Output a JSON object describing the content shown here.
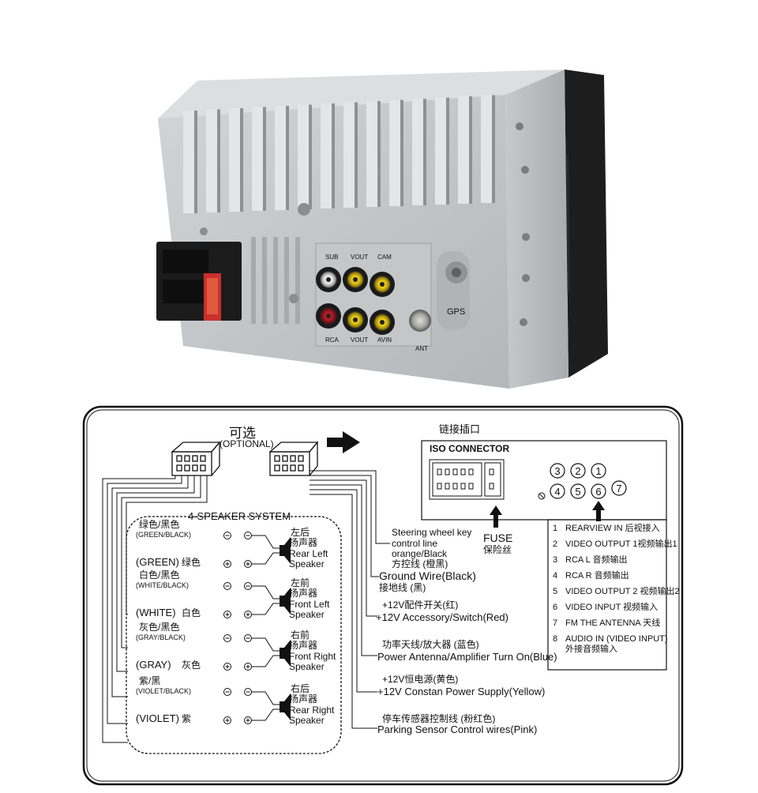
{
  "photo": {
    "rca_top_labels": [
      "SUB",
      "VOUT",
      "CAM"
    ],
    "rca_bottom_labels": [
      "RCA",
      "VOUT",
      "AVIN"
    ],
    "ant_label": "ANT",
    "gps_label": "GPS"
  },
  "diagram": {
    "optional_cn": "可选",
    "optional_en": "(OPTIONAL)",
    "speaker_system": "4-SPEAKER SYSTEM",
    "connector_cn": "链接插口",
    "iso_connector": "ISO CONNECTOR",
    "fuse": "FUSE",
    "fuse_cn": "保险丝",
    "speakers": [
      {
        "neg_wire": "(GREEN/BLACK)",
        "neg_wire_cn": "绿色/黑色",
        "pos_wire": "(GREEN)",
        "pos_wire_cn": "绿色",
        "name_cn": "左后",
        "name_cn2": "扬声器",
        "name_en1": "Rear Left",
        "name_en2": "Speaker"
      },
      {
        "neg_wire": "(WHITE/BLACK)",
        "neg_wire_cn": "白色/黑色",
        "pos_wire": "(WHITE)",
        "pos_wire_cn": "白色",
        "name_cn": "左前",
        "name_cn2": "扬声器",
        "name_en1": "Front Left",
        "name_en2": "Speaker"
      },
      {
        "neg_wire": "(GRAY/BLACK)",
        "neg_wire_cn": "灰色/黑色",
        "pos_wire": "(GRAY)",
        "pos_wire_cn": "灰色",
        "name_cn": "右前",
        "name_cn2": "扬声器",
        "name_en1": "Front Right",
        "name_en2": "Speaker"
      },
      {
        "neg_wire": "(VIOLET/BLACK)",
        "neg_wire_cn": "紫/黑",
        "pos_wire": "(VIOLET)",
        "pos_wire_cn": "紫",
        "name_cn": "右后",
        "name_cn2": "扬声器",
        "name_en1": "Rear Right",
        "name_en2": "Speaker"
      }
    ],
    "wires": [
      {
        "lines": [
          "Steering wheel key",
          "control line",
          "orange/Black",
          "方控线 (橙黑)"
        ]
      },
      {
        "lines": [
          "Ground Wire(Black)",
          "接地线 (黑)"
        ]
      },
      {
        "lines": [
          "+12V配件开关(红)",
          "+12V Accessory/Switch(Red)"
        ]
      },
      {
        "lines": [
          "功率天线/放大器 (蓝色)",
          "Power Antenna/Amplifier Turn On(Blue)"
        ]
      },
      {
        "lines": [
          "+12V恒电源(黄色)",
          "+12V Constan Power Supply(Yellow)"
        ]
      },
      {
        "lines": [
          "停车传感器控制线 (粉红色)",
          "Parking Sensor Control wires(Pink)"
        ]
      }
    ],
    "pin_numbers": [
      "3",
      "2",
      "1",
      "4",
      "5",
      "6",
      "7"
    ],
    "legend": [
      {
        "num": "1",
        "text": "REARVIEW IN 后视接入"
      },
      {
        "num": "2",
        "text": "VIDEO OUTPUT 1视频输出1"
      },
      {
        "num": "3",
        "text": "RCA L 音频输出"
      },
      {
        "num": "4",
        "text": "RCA R 音频输出"
      },
      {
        "num": "5",
        "text": "VIDEO OUTPUT 2 视频输出2"
      },
      {
        "num": "6",
        "text": "VIDEO INPUT 视频输入"
      },
      {
        "num": "7",
        "text": "FM THE ANTENNA 天线"
      },
      {
        "num": "8",
        "text": "AUDIO IN (VIDEO INPUT)",
        "text2": "外接音频输入"
      }
    ]
  }
}
